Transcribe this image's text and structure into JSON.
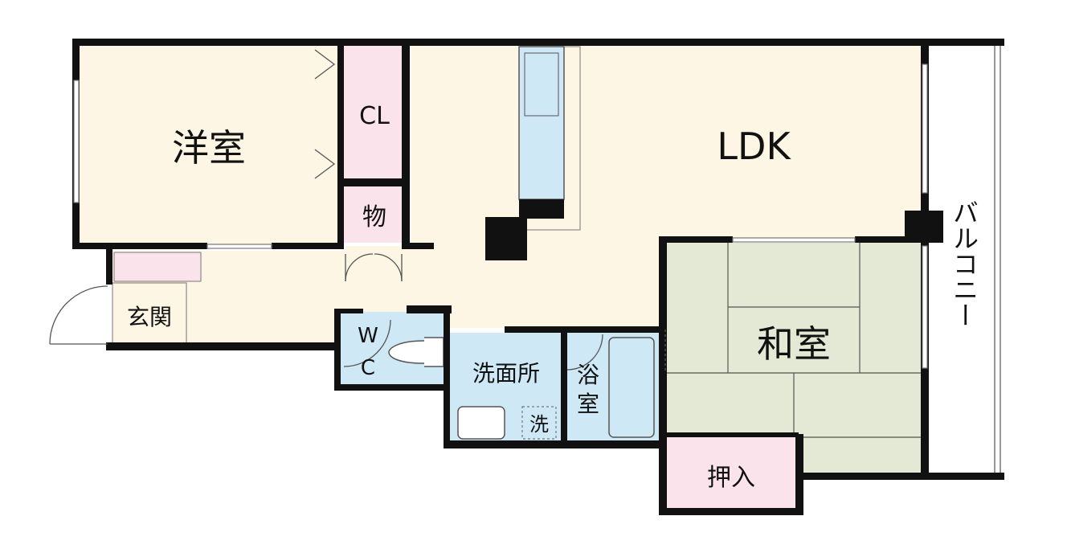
{
  "colors": {
    "room": "#fdf6e4",
    "storage": "#fbe3ec",
    "wet": "#cfe8f5",
    "tatami": "#e3e9d4",
    "wall": "#111111",
    "line": "#777777"
  },
  "rooms": {
    "western": "洋室",
    "ldk": "LDK",
    "japanese": "和室",
    "closet": "CL",
    "storage": "物",
    "entrance": "玄関",
    "wc_w": "W",
    "wc_c": "C",
    "washroom": "洗面所",
    "washer": "洗",
    "bath": "浴室",
    "oshiire": "押入",
    "balcony": "バルコニー"
  }
}
